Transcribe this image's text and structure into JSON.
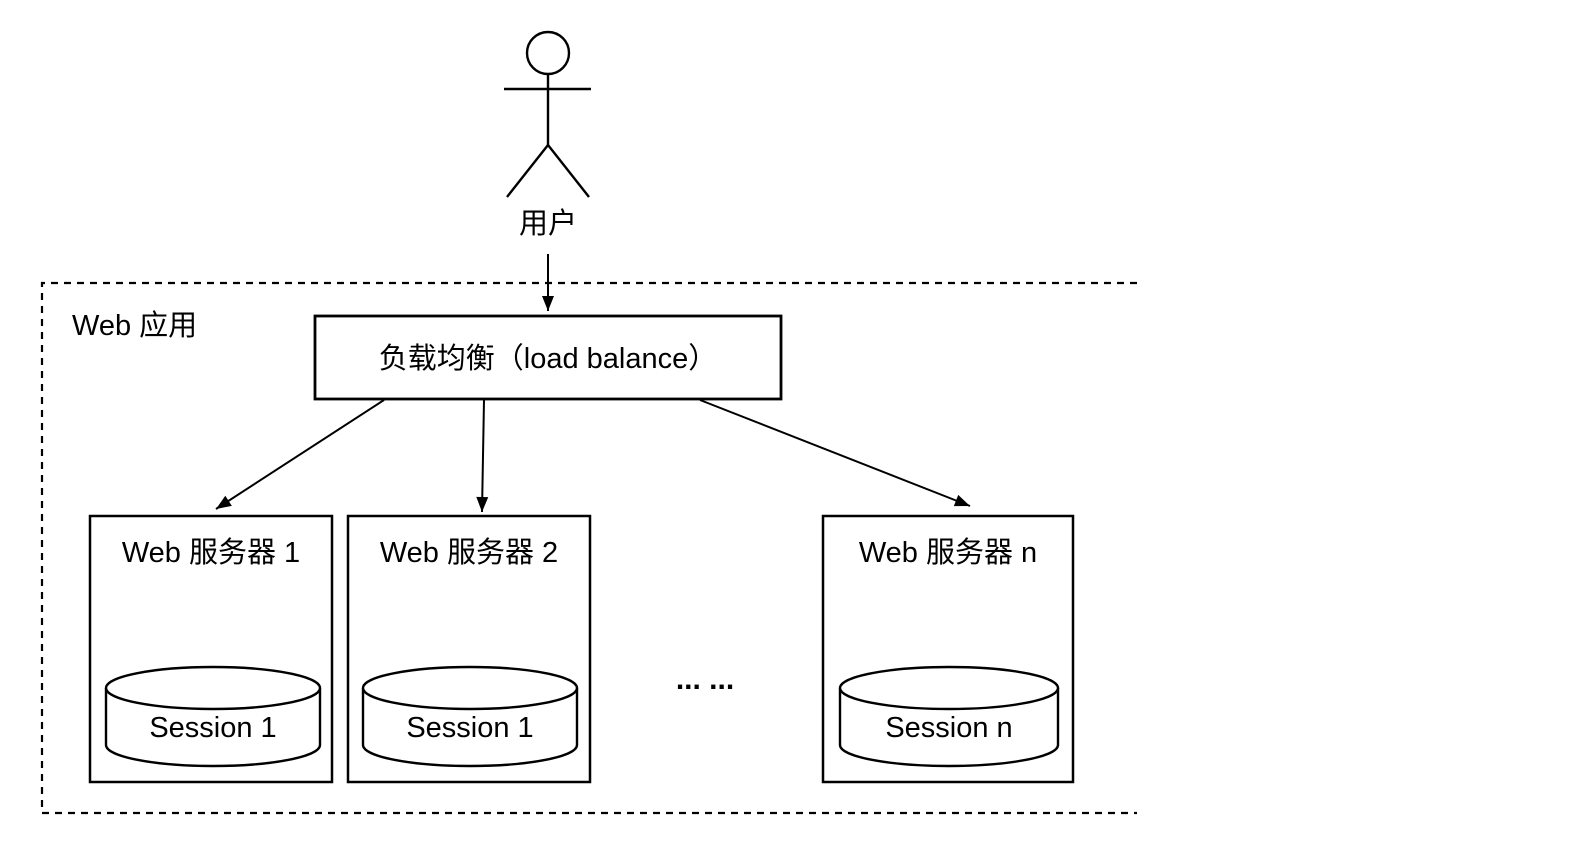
{
  "user": {
    "label": "用户"
  },
  "container": {
    "label": "Web 应用"
  },
  "load_balancer": {
    "label": "负载均衡（load balance）"
  },
  "servers": [
    {
      "label": "Web 服务器 1",
      "session": "Session 1"
    },
    {
      "label": "Web 服务器 2",
      "session": "Session 1"
    },
    {
      "label": "Web 服务器 n",
      "session": "Session n"
    }
  ],
  "ellipsis": "... ...",
  "colors": {
    "line": "#000000",
    "background": "#ffffff"
  }
}
